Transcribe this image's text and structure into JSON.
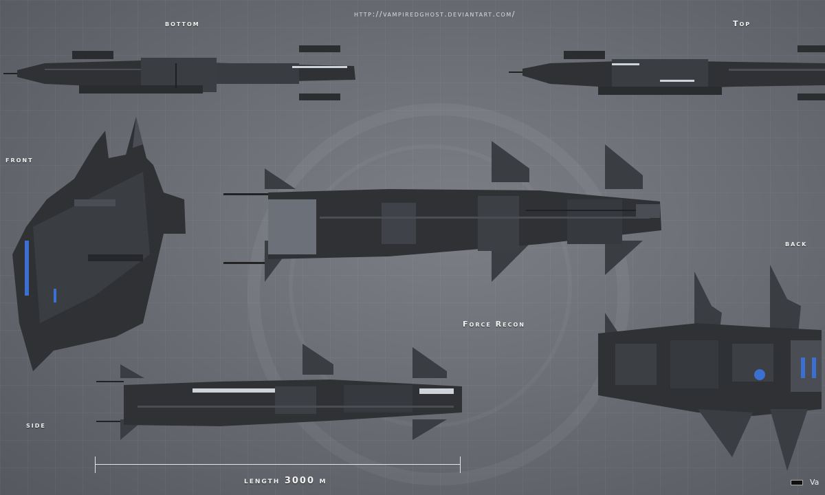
{
  "url_text": "http://vampiredghost.deviantart.com/",
  "views": {
    "bottom": "bottom",
    "top": "Top",
    "front": "front",
    "back": "back",
    "side": "side"
  },
  "ship_class": "Force Recon",
  "length_label": "length 3000 m",
  "signature": "Va",
  "colors": {
    "hull": "#2f3135",
    "hull_light": "#4a4d53",
    "highlight": "#cfd3da",
    "engine": "#3b6fd1"
  }
}
